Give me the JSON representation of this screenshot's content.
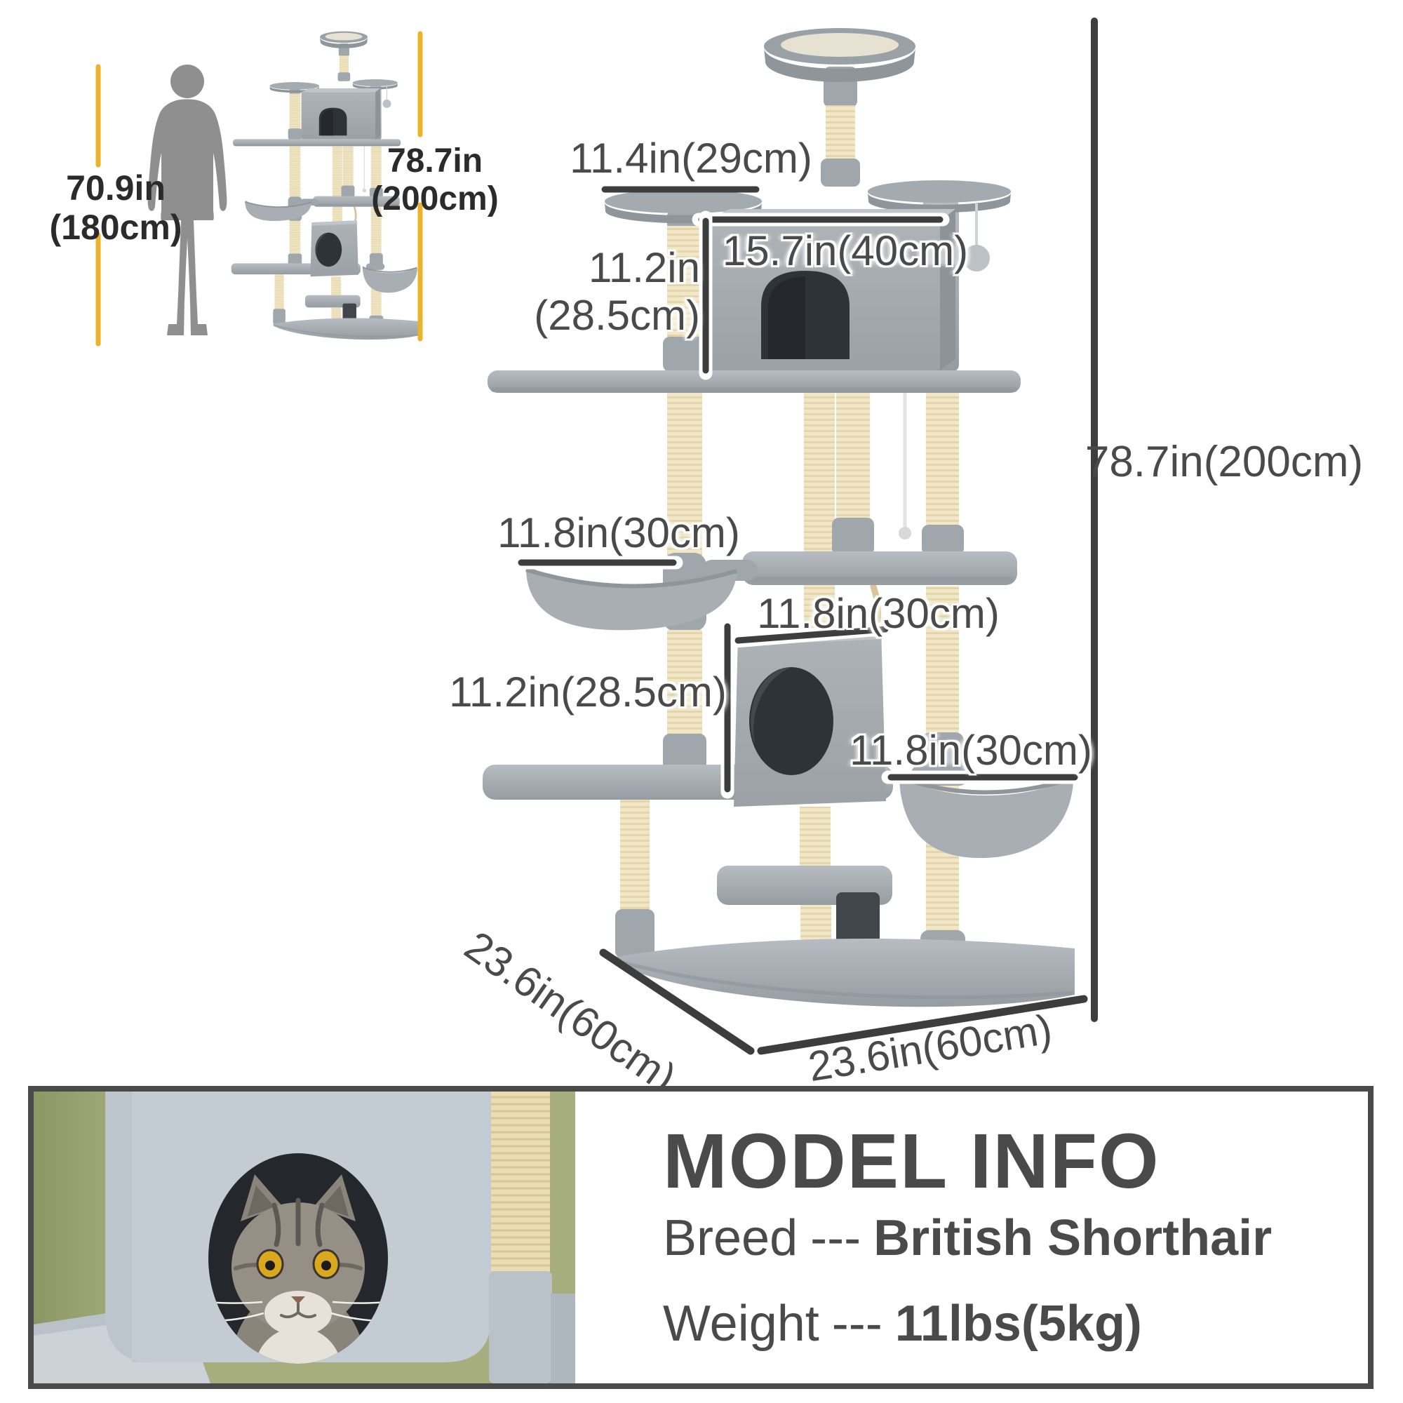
{
  "size_comparison": {
    "human_height": {
      "line1": "70.9in",
      "line2": "(180cm)"
    },
    "small_tree_height": {
      "line1": "78.7in",
      "line2": "(200cm)"
    }
  },
  "dimensions": {
    "total_height": "78.7in(200cm)",
    "top_perch_width": "11.4in(29cm)",
    "upper_condo_width": "15.7in(40cm)",
    "upper_condo_height_line1": "11.2in",
    "upper_condo_height_line2": "(28.5cm)",
    "hammock_width": "11.8in(30cm)",
    "lower_condo_width": "11.8in(30cm)",
    "lower_condo_height": "11.2in(28.5cm)",
    "basket_width": "11.8in(30cm)",
    "base_side_depth": "23.6in(60cm)",
    "base_front_width": "23.6in(60cm)"
  },
  "model_info": {
    "title": "MODEL INFO",
    "breed_label": "Breed",
    "separator": "---",
    "breed_value": "British Shorthair",
    "weight_label": "Weight",
    "weight_value": "11lbs(5kg)"
  },
  "colors": {
    "accent_yellow": "#EBB32C",
    "label_gray": "#4A4A4A",
    "dark_label": "#2B2B2B",
    "dim_line": "#3D3D3D",
    "plush_gray": "#9FA6AC",
    "sisal_beige": "#F0E5C3",
    "photo_bg_green": "#A6AE7D"
  }
}
